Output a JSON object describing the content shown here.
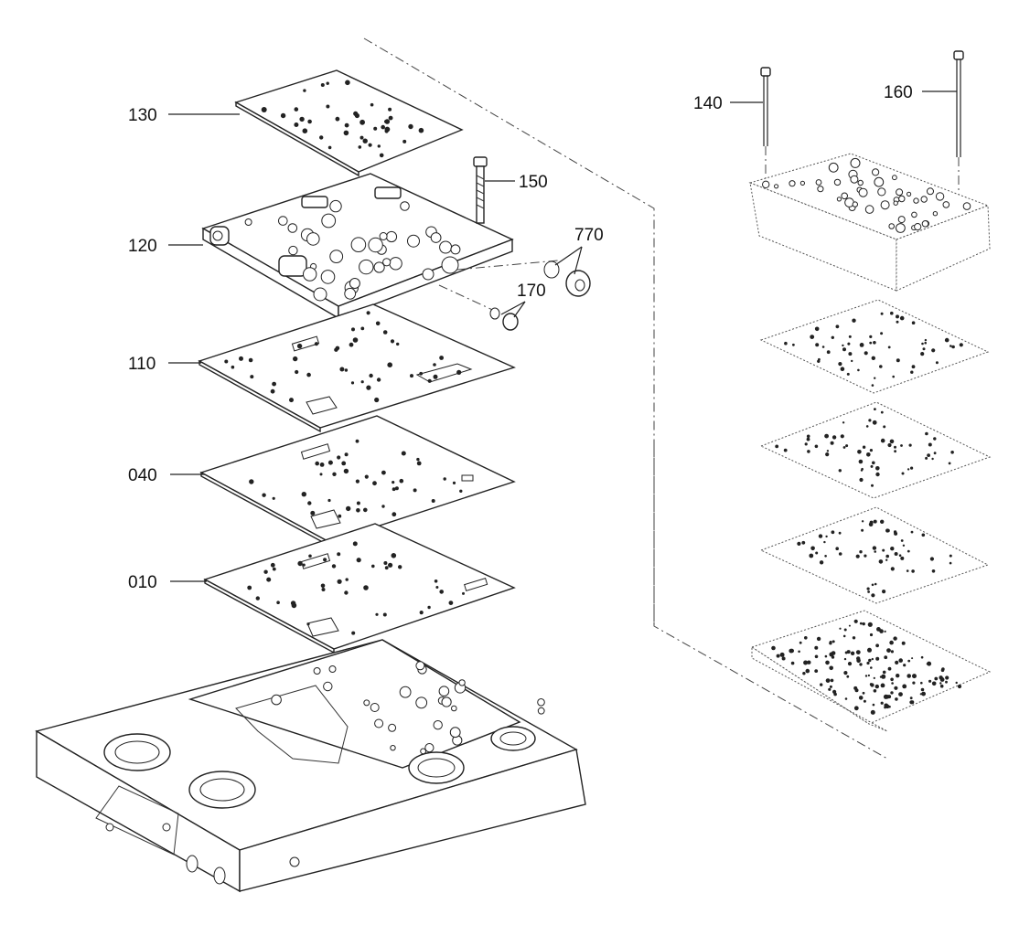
{
  "callouts": [
    {
      "id": "130",
      "label": "130"
    },
    {
      "id": "120",
      "label": "120"
    },
    {
      "id": "110",
      "label": "110"
    },
    {
      "id": "040",
      "label": "040"
    },
    {
      "id": "010",
      "label": "010"
    },
    {
      "id": "150",
      "label": "150"
    },
    {
      "id": "770",
      "label": "770"
    },
    {
      "id": "170",
      "label": "170"
    },
    {
      "id": "140",
      "label": "140"
    },
    {
      "id": "160",
      "label": "160"
    }
  ]
}
